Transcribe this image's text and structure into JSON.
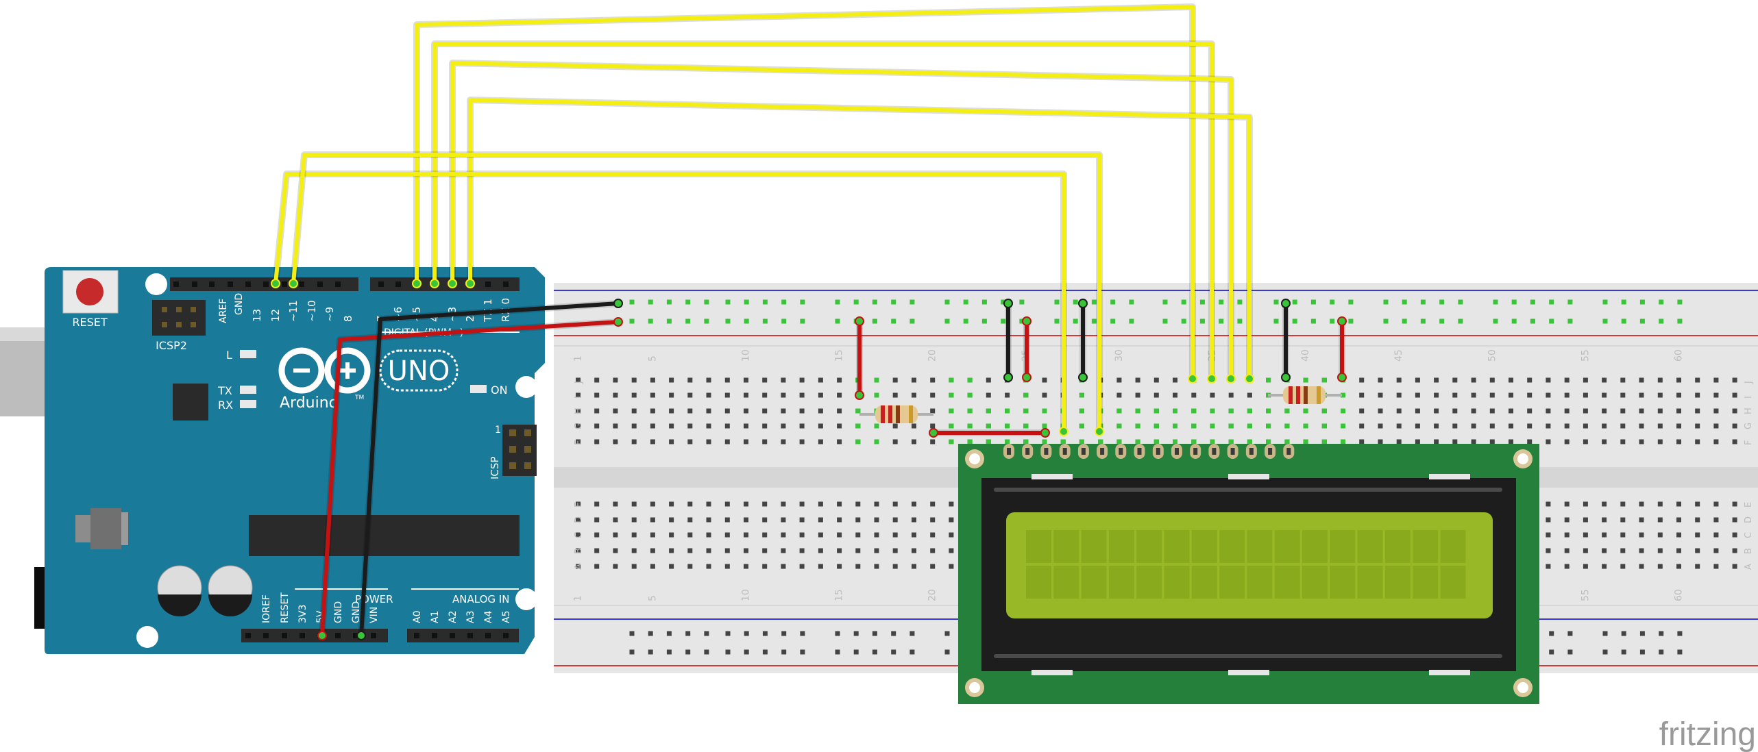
{
  "colors": {
    "background": "#ffffff",
    "arduino_board": "#1a7a9a",
    "arduino_board_edge": "#0f5f78",
    "header": "#2b2b2b",
    "breadboard": "#e6e6e6",
    "breadboard_trough": "#d6d6d6",
    "rail_blue": "#3b3bc9",
    "rail_red": "#d23a3a",
    "hole": "#444444",
    "hole_connected": "#39c439",
    "wire_yellow": "#f4ef12",
    "wire_red": "#c41212",
    "wire_black": "#1b1b1b",
    "lcd_pcb": "#24803a",
    "lcd_bezel": "#1d1d1d",
    "lcd_screen": "#98b827",
    "lcd_cells": "#8aaa1e",
    "resistor_body": "#e6c893",
    "logo": "#999999"
  },
  "arduino": {
    "reset_label": "RESET",
    "icsp2_label": "ICSP2",
    "icsp_label": "ICSP",
    "icsp_pin1": "1",
    "aref_label": "AREF",
    "gnd_label": "GND",
    "digital_pins": [
      "13",
      "12",
      "~11",
      "~10",
      "~9",
      "8",
      "7",
      "~6",
      "~5",
      "4",
      "~3",
      "2",
      "TX 1",
      "RX 0"
    ],
    "digital_label": "DIGITAL (PWM~)",
    "l_label": "L",
    "tx_label": "TX",
    "rx_label": "RX",
    "on_label": "ON",
    "uno_label": "UNO",
    "brand_label": "Arduino",
    "tm_label": "TM",
    "power_label": "POWER",
    "power_pins": [
      "IOREF",
      "RESET",
      "3V3",
      "5V",
      "GND",
      "GND",
      "VIN"
    ],
    "analog_label": "ANALOG IN",
    "analog_pins": [
      "A0",
      "A1",
      "A2",
      "A3",
      "A4",
      "A5"
    ]
  },
  "breadboard": {
    "column_numbers": [
      "1",
      "5",
      "10",
      "15",
      "20",
      "25",
      "30",
      "35",
      "40",
      "45",
      "50",
      "55",
      "60"
    ],
    "row_letters_top": [
      "J",
      "I",
      "H",
      "G",
      "F"
    ],
    "row_letters_bottom": [
      "E",
      "D",
      "C",
      "B",
      "A"
    ]
  },
  "logo": "fritzing"
}
